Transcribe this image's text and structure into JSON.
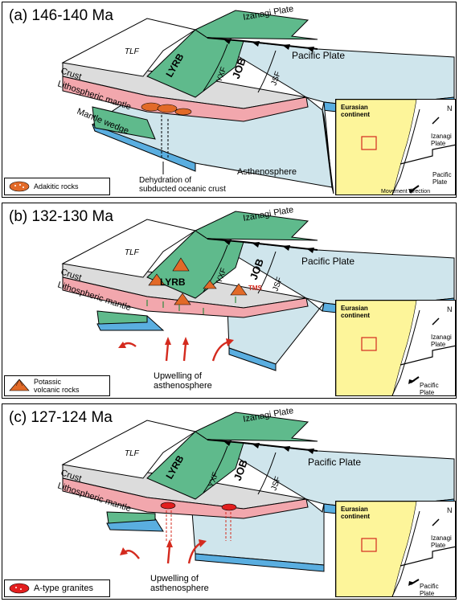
{
  "panels": [
    {
      "title": "(a) 146-140 Ma",
      "labels": {
        "tlf": "TLF",
        "lyrb": "LYRB",
        "yxf": "YXF",
        "job": "JOB",
        "jsf": "JSF",
        "izanagi": "Izanagi Plate",
        "pacific": "Pacific Plate",
        "crust": "Crust",
        "lith": "Lithospheric mantle",
        "wedge": "Mantle wedge",
        "astheno": "Asthenosphere",
        "annotation": "Dehydration of\nsubducted oceanic crust"
      },
      "legend": "Adakitic rocks",
      "inset": {
        "continent": "Eurasian\ncontinent",
        "north": "N",
        "izanagi": "Izanagi\nPlate",
        "pacific": "Pacific\nPlate",
        "movement": "Movement direction"
      }
    },
    {
      "title": "(b) 132-130 Ma",
      "labels": {
        "tlf": "TLF",
        "lyrb": "LYRB",
        "yxf": "YXF",
        "job": "JOB",
        "jsf": "JSF",
        "izanagi": "Izanagi Plate",
        "pacific": "Pacific Plate",
        "crust": "Crust",
        "lith": "Lithospheric mantle",
        "tms": "TMS",
        "annotation": "Upwelling of\nasthenosphere"
      },
      "legend": "Potassic\nvolcanic rocks",
      "inset": {
        "continent": "Eurasian\ncontinent",
        "north": "N",
        "izanagi": "Izanagi\nPlate",
        "pacific": "Pacific\nPlate"
      }
    },
    {
      "title": "(c) 127-124 Ma",
      "labels": {
        "tlf": "TLF",
        "lyrb": "LYRB",
        "yxf": "YXF",
        "job": "JOB",
        "jsf": "JSF",
        "izanagi": "Izanagi Plate",
        "pacific": "Pacific Plate",
        "crust": "Crust",
        "lith": "Lithospheric mantle",
        "annotation": "Upwelling of\nasthenosphere"
      },
      "legend": "A-type granites",
      "inset": {
        "continent": "Eurasian\ncontinent",
        "north": "N",
        "izanagi": "Izanagi\nPlate",
        "pacific": "Pacific\nPlate"
      }
    }
  ],
  "colors": {
    "green": "#5fba8c",
    "crust": "#dcdcdc",
    "mantle": "#f2a7ad",
    "ocean": "#cfe5ec",
    "slab": "#5aaee0",
    "continent": "#fdf59a",
    "magma": "#e26a28",
    "arrow": "#d42a1e"
  }
}
